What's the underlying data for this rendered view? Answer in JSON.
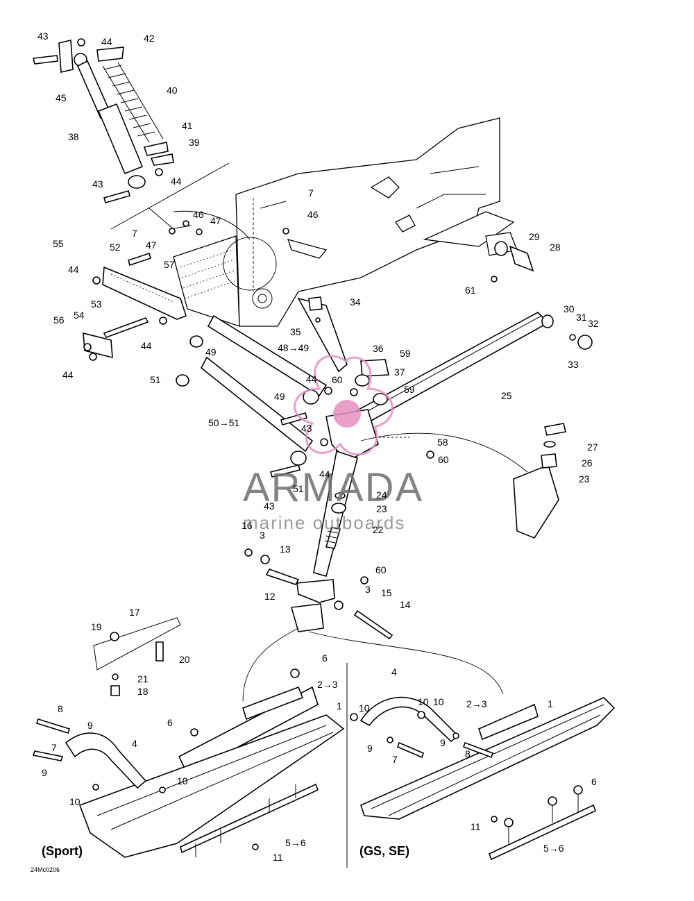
{
  "diagram": {
    "drawing_code": "24Mc0206",
    "variants": {
      "left": "(Sport)",
      "right": "(GS, SE)"
    },
    "watermark": {
      "brand": "ARMADA",
      "tagline": "marine outboards",
      "accent": "#e58fc0"
    },
    "callouts": [
      {
        "id": "c43a",
        "text": "43"
      },
      {
        "id": "c44a",
        "text": "44"
      },
      {
        "id": "c42",
        "text": "42"
      },
      {
        "id": "c45",
        "text": "45"
      },
      {
        "id": "c40",
        "text": "40"
      },
      {
        "id": "c38",
        "text": "38"
      },
      {
        "id": "c41",
        "text": "41"
      },
      {
        "id": "c39",
        "text": "39"
      },
      {
        "id": "c43b",
        "text": "43"
      },
      {
        "id": "c44b",
        "text": "44"
      },
      {
        "id": "c7a",
        "text": "7"
      },
      {
        "id": "c46a",
        "text": "46"
      },
      {
        "id": "c7b",
        "text": "7"
      },
      {
        "id": "c46b",
        "text": "46"
      },
      {
        "id": "c47a",
        "text": "47"
      },
      {
        "id": "c47b",
        "text": "47"
      },
      {
        "id": "c55",
        "text": "55"
      },
      {
        "id": "c52",
        "text": "52"
      },
      {
        "id": "c29",
        "text": "29"
      },
      {
        "id": "c28",
        "text": "28"
      },
      {
        "id": "c44c",
        "text": "44"
      },
      {
        "id": "c57",
        "text": "57"
      },
      {
        "id": "c61",
        "text": "61"
      },
      {
        "id": "c34",
        "text": "34"
      },
      {
        "id": "c53",
        "text": "53"
      },
      {
        "id": "c30",
        "text": "30"
      },
      {
        "id": "c31",
        "text": "31"
      },
      {
        "id": "c32",
        "text": "32"
      },
      {
        "id": "c56",
        "text": "56"
      },
      {
        "id": "c54",
        "text": "54"
      },
      {
        "id": "c35",
        "text": "35"
      },
      {
        "id": "c44d",
        "text": "44"
      },
      {
        "id": "c49a",
        "text": "49"
      },
      {
        "id": "c48",
        "text": "48→49"
      },
      {
        "id": "c33",
        "text": "33"
      },
      {
        "id": "c44e",
        "text": "44"
      },
      {
        "id": "c36",
        "text": "36"
      },
      {
        "id": "c59a",
        "text": "59"
      },
      {
        "id": "c37",
        "text": "37"
      },
      {
        "id": "c51a",
        "text": "51"
      },
      {
        "id": "c44f",
        "text": "44"
      },
      {
        "id": "c60a",
        "text": "60"
      },
      {
        "id": "c59b",
        "text": "59"
      },
      {
        "id": "c25",
        "text": "25"
      },
      {
        "id": "c49b",
        "text": "49"
      },
      {
        "id": "c50",
        "text": "50→51"
      },
      {
        "id": "c43c",
        "text": "43"
      },
      {
        "id": "c58",
        "text": "58"
      },
      {
        "id": "c27",
        "text": "27"
      },
      {
        "id": "c60b",
        "text": "60"
      },
      {
        "id": "c26",
        "text": "26"
      },
      {
        "id": "c44g",
        "text": "44"
      },
      {
        "id": "c23a",
        "text": "23"
      },
      {
        "id": "c51b",
        "text": "51"
      },
      {
        "id": "c24",
        "text": "24"
      },
      {
        "id": "c43d",
        "text": "43"
      },
      {
        "id": "c23b",
        "text": "23"
      },
      {
        "id": "c16",
        "text": "16"
      },
      {
        "id": "c22",
        "text": "22"
      },
      {
        "id": "c3a",
        "text": "3"
      },
      {
        "id": "c13",
        "text": "13"
      },
      {
        "id": "c60c",
        "text": "60"
      },
      {
        "id": "c12",
        "text": "12"
      },
      {
        "id": "c3b",
        "text": "3"
      },
      {
        "id": "c15",
        "text": "15"
      },
      {
        "id": "c14",
        "text": "14"
      },
      {
        "id": "c17",
        "text": "17"
      },
      {
        "id": "c19",
        "text": "19"
      },
      {
        "id": "c20",
        "text": "20"
      },
      {
        "id": "c6a",
        "text": "6"
      },
      {
        "id": "c4a",
        "text": "4"
      },
      {
        "id": "c21",
        "text": "21"
      },
      {
        "id": "c23c",
        "text": "2→3"
      },
      {
        "id": "c18",
        "text": "18"
      },
      {
        "id": "c10a",
        "text": "10"
      },
      {
        "id": "c10b",
        "text": "10"
      },
      {
        "id": "c1a",
        "text": "1"
      },
      {
        "id": "c23d",
        "text": "2→3"
      },
      {
        "id": "c1b",
        "text": "1"
      },
      {
        "id": "c8a",
        "text": "8"
      },
      {
        "id": "c6b",
        "text": "6"
      },
      {
        "id": "c9a",
        "text": "9"
      },
      {
        "id": "c7c",
        "text": "7"
      },
      {
        "id": "c4b",
        "text": "4"
      },
      {
        "id": "c9b",
        "text": "9"
      },
      {
        "id": "c9c",
        "text": "9"
      },
      {
        "id": "c9d",
        "text": "9"
      },
      {
        "id": "c7d",
        "text": "7"
      },
      {
        "id": "c8b",
        "text": "8"
      },
      {
        "id": "c10c",
        "text": "10"
      },
      {
        "id": "c10d",
        "text": "10"
      },
      {
        "id": "c6c",
        "text": "6"
      },
      {
        "id": "c11a",
        "text": "11"
      },
      {
        "id": "c56b",
        "text": "5→6"
      },
      {
        "id": "c11b",
        "text": "11"
      },
      {
        "id": "c56c",
        "text": "5→6"
      },
      {
        "id": "c10e",
        "text": "10"
      }
    ]
  }
}
